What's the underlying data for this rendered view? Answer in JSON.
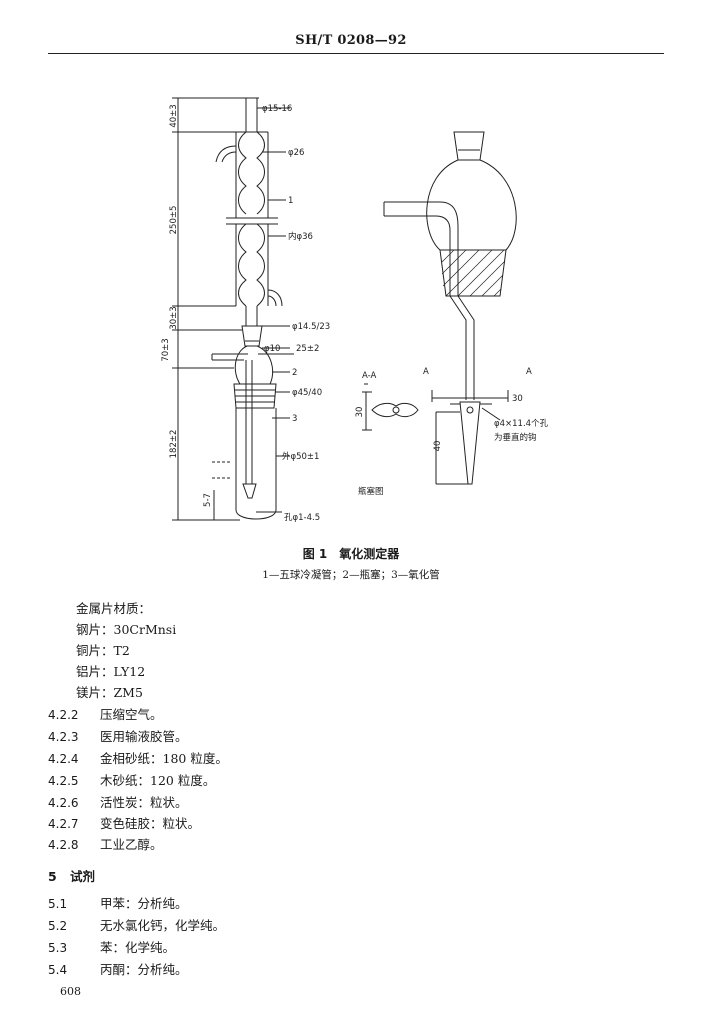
{
  "header": {
    "code": "SH/T 0208—92"
  },
  "figure": {
    "labels": {
      "d_top": "φ15-16",
      "d26": "φ26",
      "item1": "1",
      "inner36": "内φ36",
      "d14": "φ14.5/23",
      "d10": "φ10",
      "dim25": "25±2",
      "item2": "2",
      "d45": "φ45/40",
      "item3": "3",
      "outer50": "外φ50±1",
      "hole": "孔φ1-4.5",
      "v40": "40±3",
      "v250": "250±5",
      "v30": "30±3",
      "v70": "70±3",
      "v182": "182±2",
      "v57": "5-7",
      "sectA": "A-A",
      "sect30": "30",
      "A_left": "A",
      "A_right": "A",
      "h30": "30",
      "v40b": "40",
      "hole_note1": "φ4×11.4个孔",
      "hole_note2": "为垂直的钩",
      "stopper_caption": "瓶塞图"
    }
  },
  "caption": {
    "title": "图 1　氧化测定器",
    "legend": "1—五球冷凝管；2—瓶塞；3—氧化管"
  },
  "body_lines": [
    {
      "num": "",
      "text": "金属片材质："
    },
    {
      "num": "",
      "text": "钢片：30CrMnsi"
    },
    {
      "num": "",
      "text": "铜片：T2"
    },
    {
      "num": "",
      "text": "铝片：LY12"
    },
    {
      "num": "",
      "text": "镁片：ZM5"
    },
    {
      "num": "4.2.2",
      "text": "压缩空气。"
    },
    {
      "num": "4.2.3",
      "text": "医用输液胶管。"
    },
    {
      "num": "4.2.4",
      "text": "金相砂纸：180 粒度。"
    },
    {
      "num": "4.2.5",
      "text": "木砂纸：120 粒度。"
    },
    {
      "num": "4.2.6",
      "text": "活性炭：粒状。"
    },
    {
      "num": "4.2.7",
      "text": "变色硅胶：粒状。"
    },
    {
      "num": "4.2.8",
      "text": "工业乙醇。"
    }
  ],
  "section5": {
    "num": "5",
    "title": "试剂"
  },
  "reagents": [
    {
      "num": "5.1",
      "text": "甲苯：分析纯。"
    },
    {
      "num": "5.2",
      "text": "无水氯化钙，化学纯。"
    },
    {
      "num": "5.3",
      "text": "苯：化学纯。"
    },
    {
      "num": "5.4",
      "text": "丙酮：分析纯。"
    }
  ],
  "page_number": "608"
}
